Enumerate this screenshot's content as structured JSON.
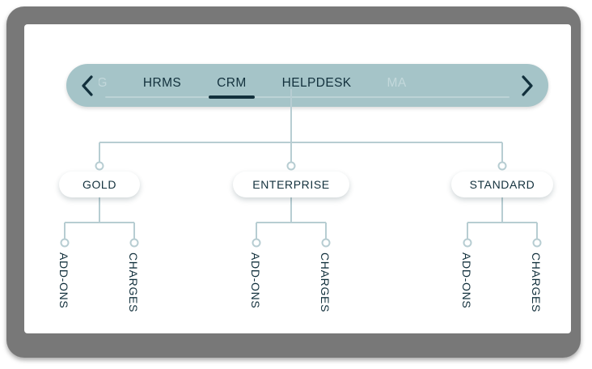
{
  "frame": {
    "name": "device-frame"
  },
  "tabs": {
    "prev_icon": "chevron-left-icon",
    "next_icon": "chevron-right-icon",
    "items": [
      {
        "label": "...ING",
        "state": "faded",
        "active": false
      },
      {
        "label": "HRMS",
        "state": "normal",
        "active": false
      },
      {
        "label": "CRM",
        "state": "normal",
        "active": true
      },
      {
        "label": "HELPDESK",
        "state": "normal",
        "active": false
      },
      {
        "label": "MA",
        "state": "faded",
        "active": false
      }
    ],
    "active_label": "CRM",
    "bar_color": "#a5c4c8",
    "active_underline_color": "#12303c",
    "rail_color": "#bcd3d6"
  },
  "tree": {
    "root_label": "CRM",
    "connector_color": "#b7cdd2",
    "node_text_color": "#12303c",
    "branches": [
      {
        "label": "GOLD",
        "leaves": [
          {
            "label": "ADD-ONS"
          },
          {
            "label": "CHARGES"
          }
        ]
      },
      {
        "label": "ENTERPRISE",
        "leaves": [
          {
            "label": "ADD-ONS"
          },
          {
            "label": "CHARGES"
          }
        ]
      },
      {
        "label": "STANDARD",
        "leaves": [
          {
            "label": "ADD-ONS"
          },
          {
            "label": "CHARGES"
          }
        ]
      }
    ]
  }
}
